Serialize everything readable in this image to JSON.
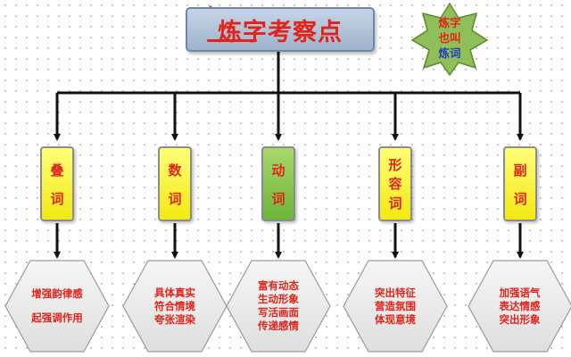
{
  "title": "炼字考察点",
  "star_note": [
    "炼字",
    "也叫",
    "炼词"
  ],
  "categories": [
    {
      "chars": [
        "叠",
        "词"
      ],
      "color": "yellow",
      "notes": [
        "增强韵律感",
        "",
        "起强调作用"
      ]
    },
    {
      "chars": [
        "数",
        "词"
      ],
      "color": "yellow",
      "notes": [
        "具体真实",
        "符合情境",
        "夸张渲染"
      ]
    },
    {
      "chars": [
        "动",
        "词"
      ],
      "color": "green",
      "notes": [
        "富有动态",
        "生动形象",
        "写活画面",
        "传递感情"
      ]
    },
    {
      "chars": [
        "形",
        "容",
        "词"
      ],
      "color": "yellow",
      "notes": [
        "突出特征",
        "营造氛围",
        "体现意境"
      ]
    },
    {
      "chars": [
        "副",
        "词"
      ],
      "color": "yellow",
      "notes": [
        "加强语气",
        "表达情感",
        "突出形象"
      ]
    }
  ],
  "colors": {
    "text_red": "#e2231a",
    "text_blue": "#1f3fbf",
    "cat_yellow": "#f5ec2a",
    "cat_green": "#7fc04a",
    "title_bg": "#b3c4dc",
    "star_fill": "#8fbf58",
    "hex_fill": "#eaeaea"
  }
}
